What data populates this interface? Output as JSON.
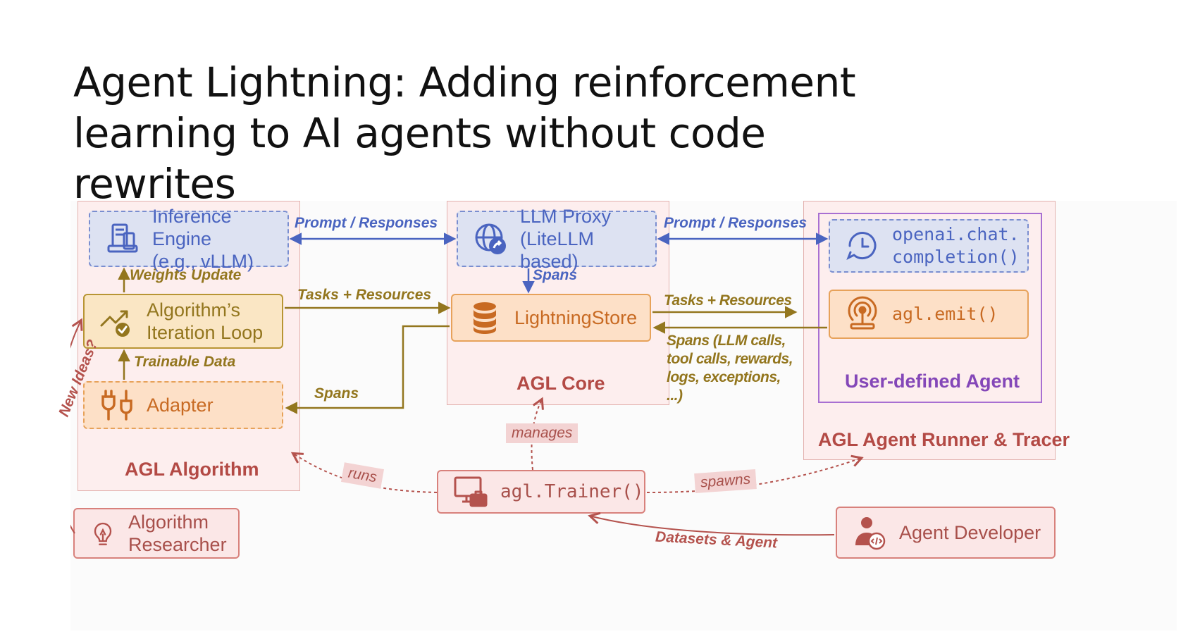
{
  "title": "Agent Lightning: Adding reinforcement learning to AI agents without code rewrites",
  "panels": {
    "algorithm": "AGL Algorithm",
    "core": "AGL Core",
    "runner": "AGL Agent Runner & Tracer",
    "user_agent": "User-defined Agent"
  },
  "boxes": {
    "inference_engine": "Inference Engine\n(e.g., vLLM)",
    "iteration_loop": "Algorithm’s\nIteration Loop",
    "adapter": "Adapter",
    "llm_proxy": "LLM Proxy\n(LiteLLM based)",
    "lightning_store": "LightningStore",
    "openai_call": "openai.chat.\ncompletion()",
    "agl_emit": "agl.emit()",
    "trainer": "agl.Trainer()",
    "researcher": "Algorithm\nResearcher",
    "developer": "Agent Developer"
  },
  "edges": {
    "prompt_responses_left": "Prompt / Responses",
    "prompt_responses_right": "Prompt / Responses",
    "weights_update": "Weights Update",
    "trainable_data": "Trainable Data",
    "tasks_resources_left": "Tasks + Resources",
    "tasks_resources_right": "Tasks + Resources",
    "spans_proxy": "Spans",
    "spans_adapter": "Spans",
    "spans_detail": "Spans (LLM calls,\ntool calls, rewards,\nlogs, exceptions,\n...)",
    "new_ideas": "New Ideas?",
    "manages": "manages",
    "runs": "runs",
    "spawns": "spawns",
    "datasets_agent": "Datasets & Agent"
  },
  "icons": {
    "inference_engine": "server-icon",
    "iteration_loop": "trend-check-icon",
    "adapter": "plug-icon",
    "llm_proxy": "globe-arrow-icon",
    "lightning_store": "database-icon",
    "openai_call": "clock-chat-icon",
    "agl_emit": "broadcast-icon",
    "trainer": "monitor-toolbox-icon",
    "researcher": "lightbulb-icon",
    "developer": "person-code-icon"
  },
  "colors": {
    "blue": "#4a64c0",
    "olive": "#93761e",
    "rose": "#b4524d",
    "orange": "#e7a25a",
    "purple": "#a86fd2"
  }
}
